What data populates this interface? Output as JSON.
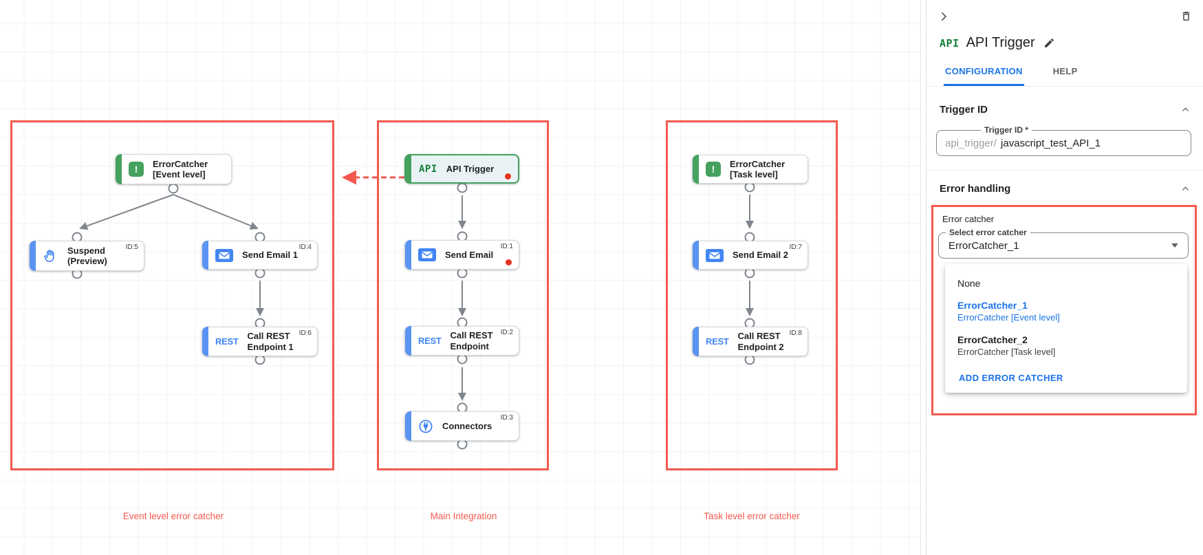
{
  "canvas": {
    "groups": [
      {
        "label": "Event level error catcher",
        "nodes": [
          {
            "name": "ErrorCatcher [Event level]",
            "badge": "",
            "icon": "error-catcher",
            "icon_text": "!"
          },
          {
            "name": "Suspend (Preview)",
            "badge": "ID:5",
            "icon": "hand"
          },
          {
            "name": "Send Email 1",
            "badge": "ID:4",
            "icon": "email"
          },
          {
            "name": "Call REST Endpoint 1",
            "badge": "ID:6",
            "icon": "rest",
            "icon_text": "REST"
          }
        ]
      },
      {
        "label": "Main Integration",
        "nodes": [
          {
            "name": "API Trigger",
            "badge": "",
            "icon": "api",
            "icon_text": "API",
            "has_error_dot": true
          },
          {
            "name": "Send Email",
            "badge": "ID:1",
            "icon": "email",
            "has_error_dot": true
          },
          {
            "name": "Call REST Endpoint",
            "badge": "ID:2",
            "icon": "rest",
            "icon_text": "REST"
          },
          {
            "name": "Connectors",
            "badge": "ID:3",
            "icon": "connector"
          }
        ]
      },
      {
        "label": "Task level error catcher",
        "nodes": [
          {
            "name": "ErrorCatcher [Task level]",
            "badge": "",
            "icon": "error-catcher",
            "icon_text": "!"
          },
          {
            "name": "Send Email 2",
            "badge": "ID:7",
            "icon": "email"
          },
          {
            "name": "Call REST Endpoint 2",
            "badge": "ID:8",
            "icon": "rest",
            "icon_text": "REST"
          }
        ]
      }
    ]
  },
  "panel": {
    "title": "API Trigger",
    "title_icon": "API",
    "tabs": [
      {
        "label": "CONFIGURATION"
      },
      {
        "label": "HELP"
      }
    ],
    "trigger_id": {
      "title": "Trigger ID",
      "field_label": "Trigger ID *",
      "prefix": "api_trigger/",
      "value": "javascript_test_API_1"
    },
    "error_handling": {
      "title": "Error handling",
      "group_label": "Error catcher",
      "select_label": "Select error catcher",
      "select_value": "ErrorCatcher_1",
      "options": [
        {
          "name": "None",
          "sub": ""
        },
        {
          "name": "ErrorCatcher_1",
          "sub": "ErrorCatcher [Event level]"
        },
        {
          "name": "ErrorCatcher_2",
          "sub": "ErrorCatcher [Task level]"
        }
      ],
      "add_button": "ADD ERROR CATCHER"
    }
  },
  "colors": {
    "annotation_red": "#f4594e",
    "error_dot_red": "#e8331f",
    "accent_blue": "#1a73e8",
    "node_blue": "#4285f4",
    "node_green": "#45a15e",
    "edge_gray": "#7f858d"
  }
}
